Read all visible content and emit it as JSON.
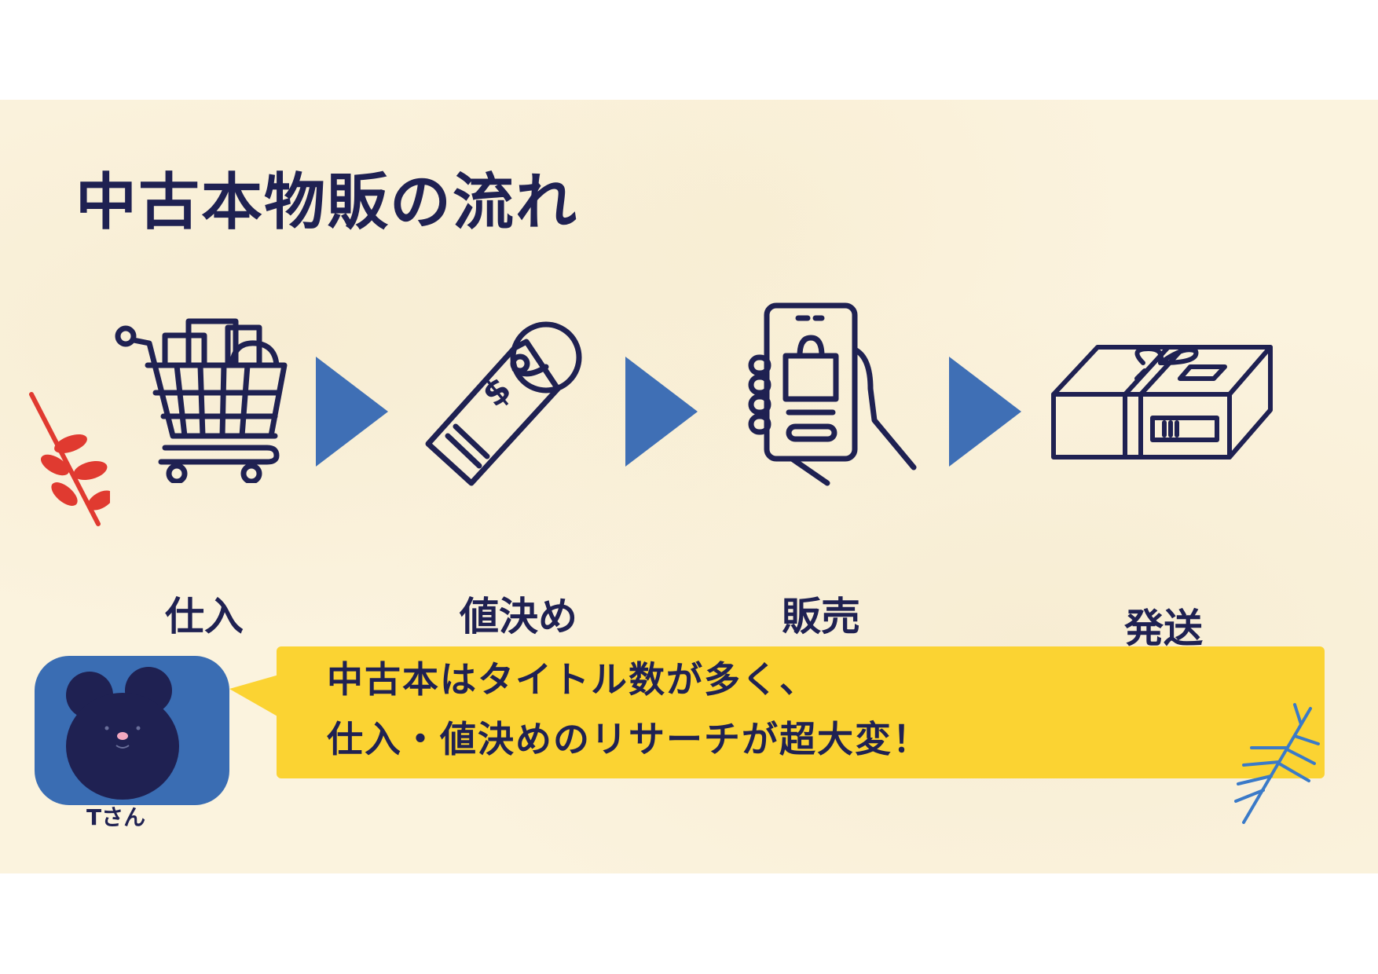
{
  "title": "中古本物販の流れ",
  "steps": [
    {
      "label": "仕入",
      "icon": "shopping-cart-icon"
    },
    {
      "label": "値決め",
      "icon": "price-tag-icon"
    },
    {
      "label": "販売",
      "icon": "smartphone-shopping-icon"
    },
    {
      "label": "発送",
      "icon": "package-icon"
    }
  ],
  "speaker": {
    "name": "Tさん",
    "icon": "bear-avatar-icon"
  },
  "speech": {
    "line1": "中古本はタイトル数が多く、",
    "line2": "仕入・値決めのリサーチが超大変！"
  },
  "colors": {
    "navy": "#1f2152",
    "arrow_blue": "#3f6fb5",
    "bubble_yellow": "#fbd332",
    "leaf_red": "#e03a30",
    "leaf_blue": "#3a7ac8",
    "background": "#fbf3de"
  }
}
